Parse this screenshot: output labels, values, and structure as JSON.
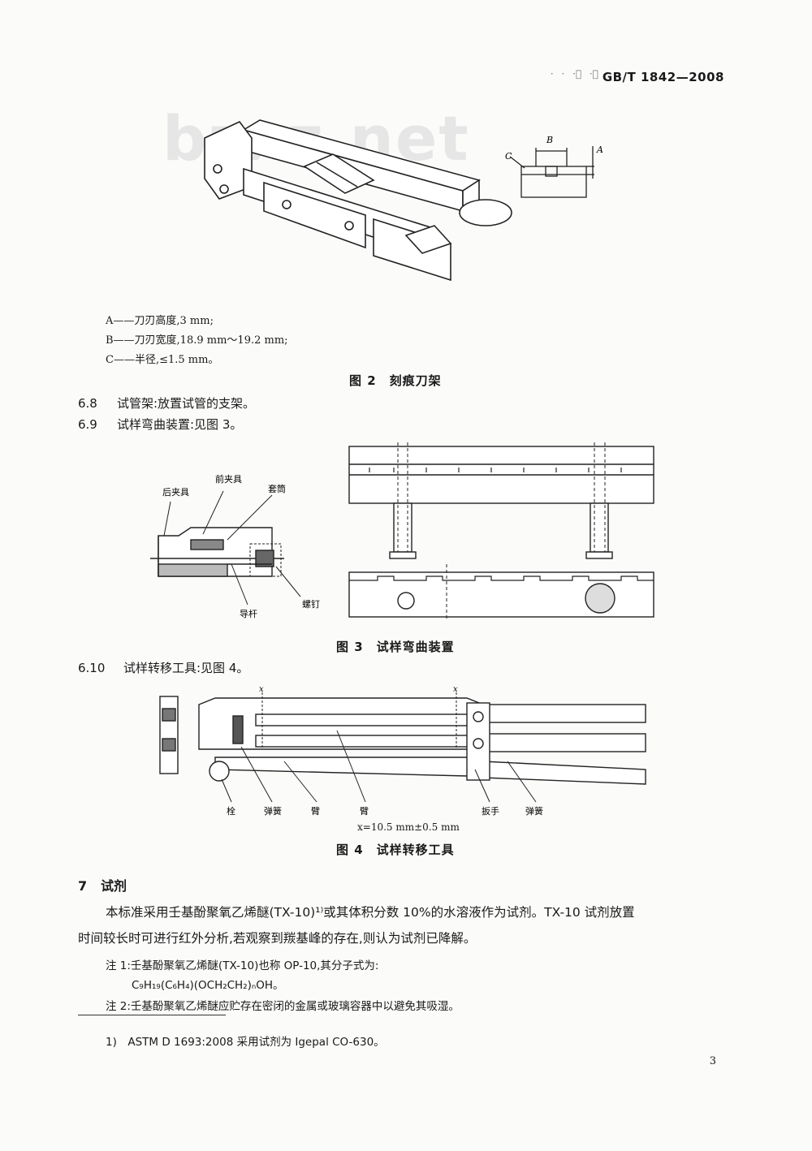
{
  "header": {
    "marks": "· · ·ﾞ ·ﾟ",
    "standard": "GB/T 1842—2008"
  },
  "watermark": "bzxz.net",
  "figure2": {
    "detail_labels": {
      "a": "A",
      "b": "B",
      "c": "C"
    },
    "legend": [
      "A——刀刃高度,3 mm;",
      "B——刀刃宽度,18.9 mm～19.2 mm;",
      "C——半径,≤1.5 mm。"
    ],
    "caption": "图 2　刻痕刀架"
  },
  "items": [
    {
      "num": "6.8",
      "text": "试管架:放置试管的支架。"
    },
    {
      "num": "6.9",
      "text": "试样弯曲装置:见图 3。"
    }
  ],
  "figure3": {
    "labels": {
      "rear_clamp": "后夹具",
      "front_clamp": "前夹具",
      "sleeve": "套筒",
      "guide_rod": "导杆",
      "screw": "螺钉"
    },
    "caption": "图 3　试样弯曲装置"
  },
  "item_610": {
    "num": "6.10",
    "text": "试样转移工具:见图 4。"
  },
  "figure4": {
    "labels": {
      "x1": "x",
      "x2": "x",
      "bolt": "栓",
      "spring1": "弹簧",
      "arm1": "臂",
      "arm2": "臂",
      "wrench": "扳手",
      "spring2": "弹簧"
    },
    "dimension": "x=10.5 mm±0.5 mm",
    "caption": "图 4　试样转移工具"
  },
  "section7": {
    "num": "7",
    "title": "试剂",
    "paragraph_line1": "本标准采用壬基酚聚氧乙烯醚(TX-10)¹⁾或其体积分数 10%的水溶液作为试剂。TX-10 试剂放置",
    "paragraph_line2": "时间较长时可进行红外分析,若观察到羰基峰的存在,则认为试剂已降解。",
    "note1": "注 1:壬基酚聚氧乙烯醚(TX-10)也称 OP-10,其分子式为:",
    "formula": "C₉H₁₉(C₆H₄)(OCH₂CH₂)ₙOH。",
    "note2": "注 2:壬基酚聚氧乙烯醚应贮存在密闭的金属或玻璃容器中以避免其吸湿。"
  },
  "footnote": "1)　ASTM D 1693:2008 采用试剂为 Igepal CO-630。",
  "page_number": "3"
}
